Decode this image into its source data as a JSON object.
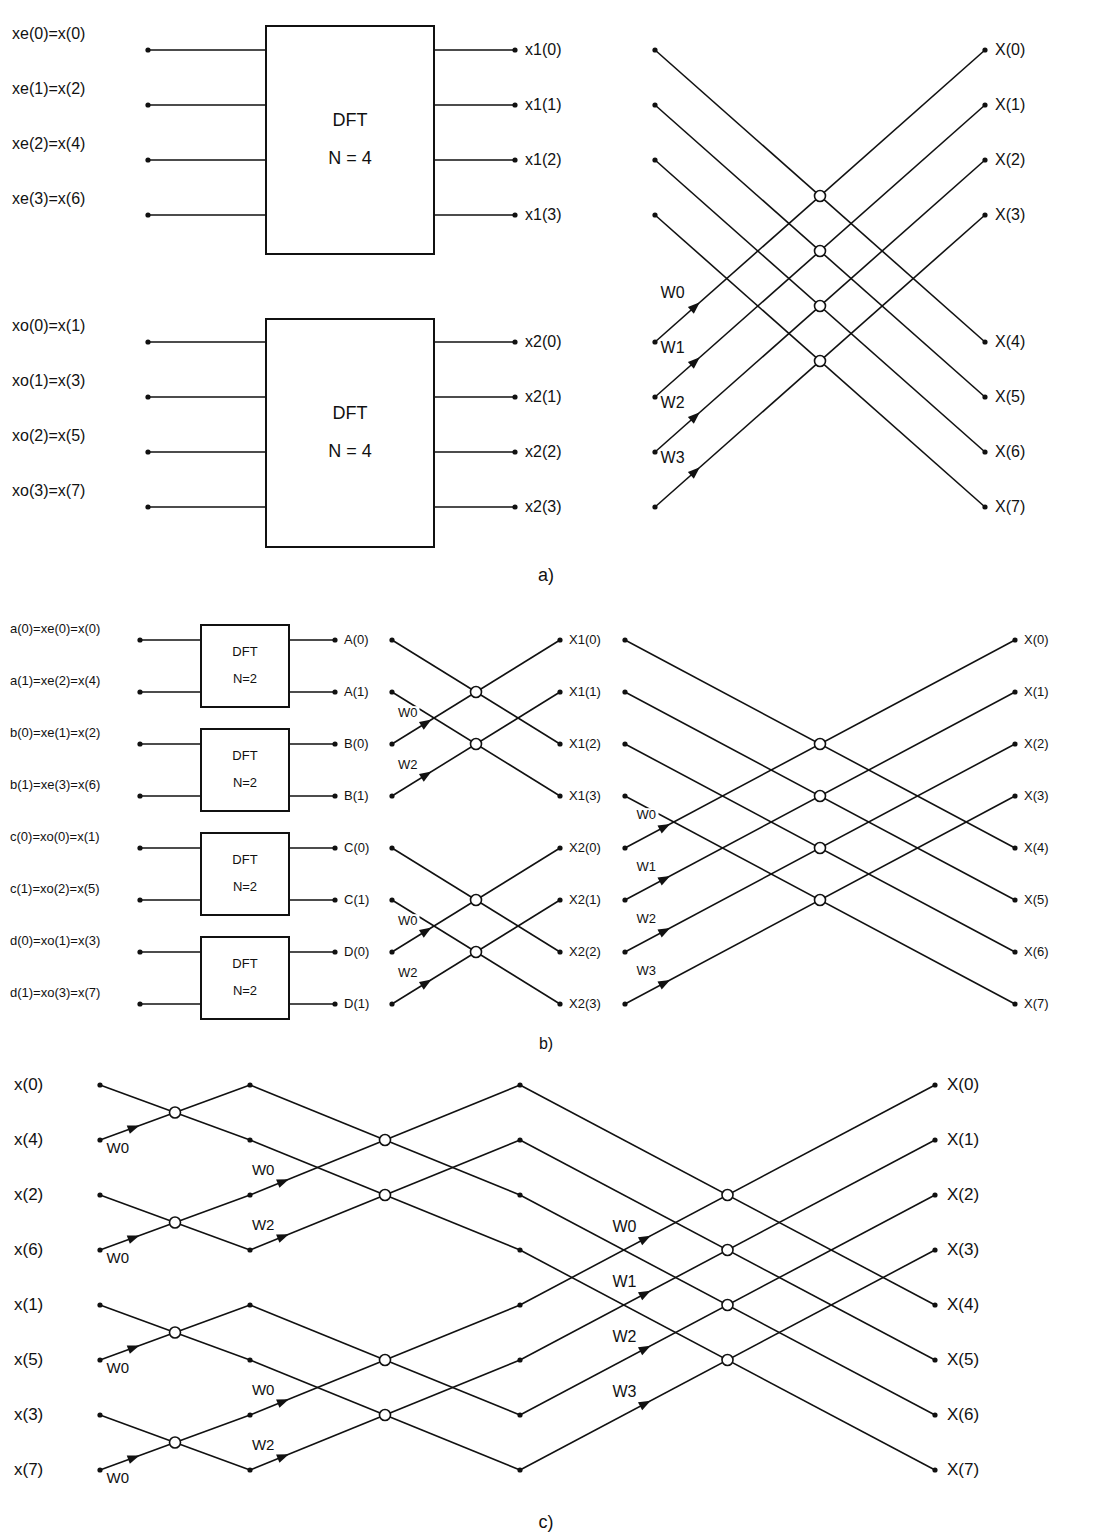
{
  "diagram": {
    "nodes": [
      {
        "text": [
          "DFT",
          "N = 4"
        ]
      },
      {
        "text": [
          "DFT",
          "N = 4"
        ]
      },
      {
        "text": [
          "DFT",
          "N=2"
        ]
      },
      {
        "text": [
          "DFT",
          "N=2"
        ]
      },
      {
        "text": [
          "DFT",
          "N=2"
        ]
      },
      {
        "text": [
          "DFT",
          "N=2"
        ]
      }
    ],
    "labels": [
      "xe(0)=x(0)",
      "xe(1)=x(2)",
      "xe(2)=x(4)",
      "xe(3)=x(6)",
      "xo(0)=x(1)",
      "xo(1)=x(3)",
      "xo(2)=x(5)",
      "xo(3)=x(7)",
      "x1(0)",
      "x1(1)",
      "x1(2)",
      "x1(3)",
      "x2(0)",
      "x2(1)",
      "x2(2)",
      "x2(3)",
      "X(0)",
      "X(1)",
      "X(2)",
      "X(3)",
      "X(4)",
      "X(5)",
      "X(6)",
      "X(7)",
      "W0",
      "W1",
      "W2",
      "W3",
      "a)",
      "a(0)=xe(0)=x(0)",
      "a(1)=xe(2)=x(4)",
      "b(0)=xe(1)=x(2)",
      "b(1)=xe(3)=x(6)",
      "c(0)=xo(0)=x(1)",
      "c(1)=xo(2)=x(5)",
      "d(0)=xo(1)=x(3)",
      "d(1)=xo(3)=x(7)",
      "A(0)",
      "A(1)",
      "B(0)",
      "B(1)",
      "C(0)",
      "C(1)",
      "D(0)",
      "D(1)",
      "X1(0)",
      "X1(1)",
      "X1(2)",
      "X1(3)",
      "X2(0)",
      "X2(1)",
      "X2(2)",
      "X2(3)",
      "X(0)",
      "X(1)",
      "X(2)",
      "X(3)",
      "X(4)",
      "X(5)",
      "X(6)",
      "X(7)",
      "W0",
      "W2",
      "W0",
      "W2",
      "W0",
      "W1",
      "W2",
      "W3",
      "b)",
      "x(0)",
      "x(4)",
      "x(2)",
      "x(6)",
      "x(1)",
      "x(5)",
      "x(3)",
      "x(7)",
      "W0",
      "W0",
      "W0",
      "W0",
      "W0",
      "W2",
      "W0",
      "W2",
      "W0",
      "W1",
      "W2",
      "W3",
      "X(0)",
      "X(1)",
      "X(2)",
      "X(3)",
      "X(4)",
      "X(5)",
      "X(6)",
      "X(7)",
      "c)"
    ]
  }
}
